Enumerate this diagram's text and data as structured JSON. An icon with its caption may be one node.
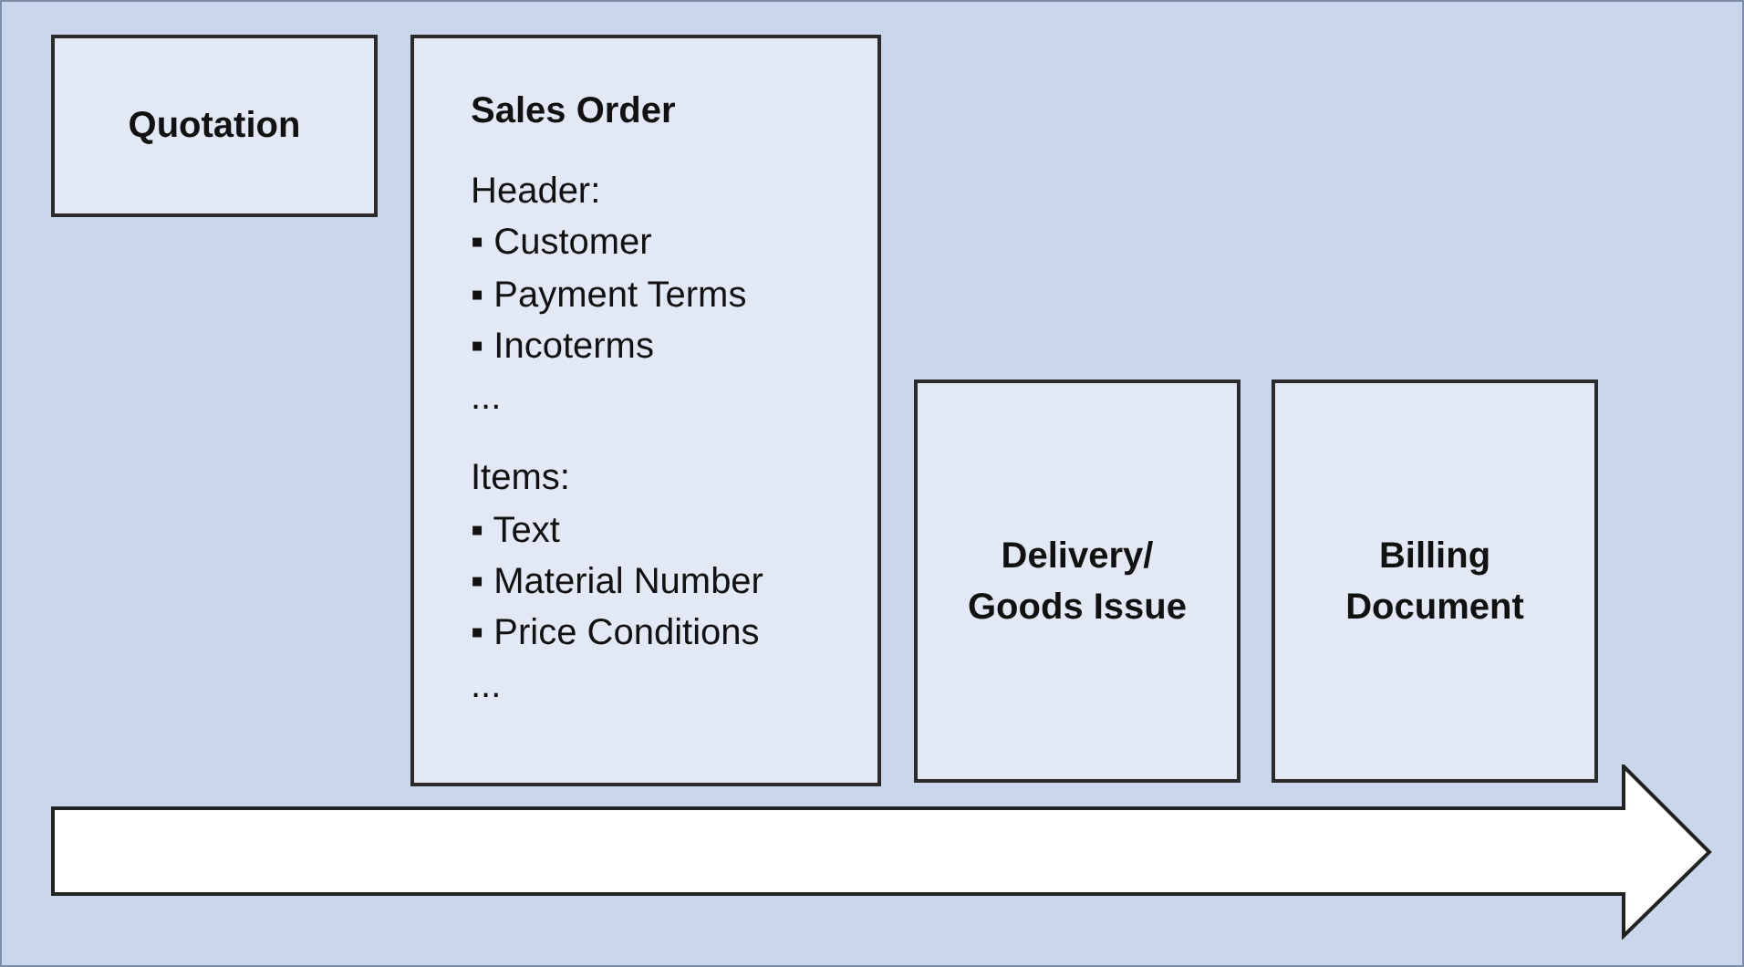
{
  "diagram": {
    "nodes": [
      {
        "text": [
          "Quotation"
        ]
      },
      {
        "text": [
          "Sales Order",
          "Header:",
          "▪ Customer",
          "▪ Payment Terms",
          "▪ Incoterms",
          "...",
          "Items:",
          "▪ Text",
          "▪ Material Number",
          "▪ Price Conditions",
          "..."
        ]
      },
      {
        "text": [
          "Delivery/ Goods Issue"
        ]
      },
      {
        "text": [
          "Billing Document"
        ]
      }
    ]
  }
}
